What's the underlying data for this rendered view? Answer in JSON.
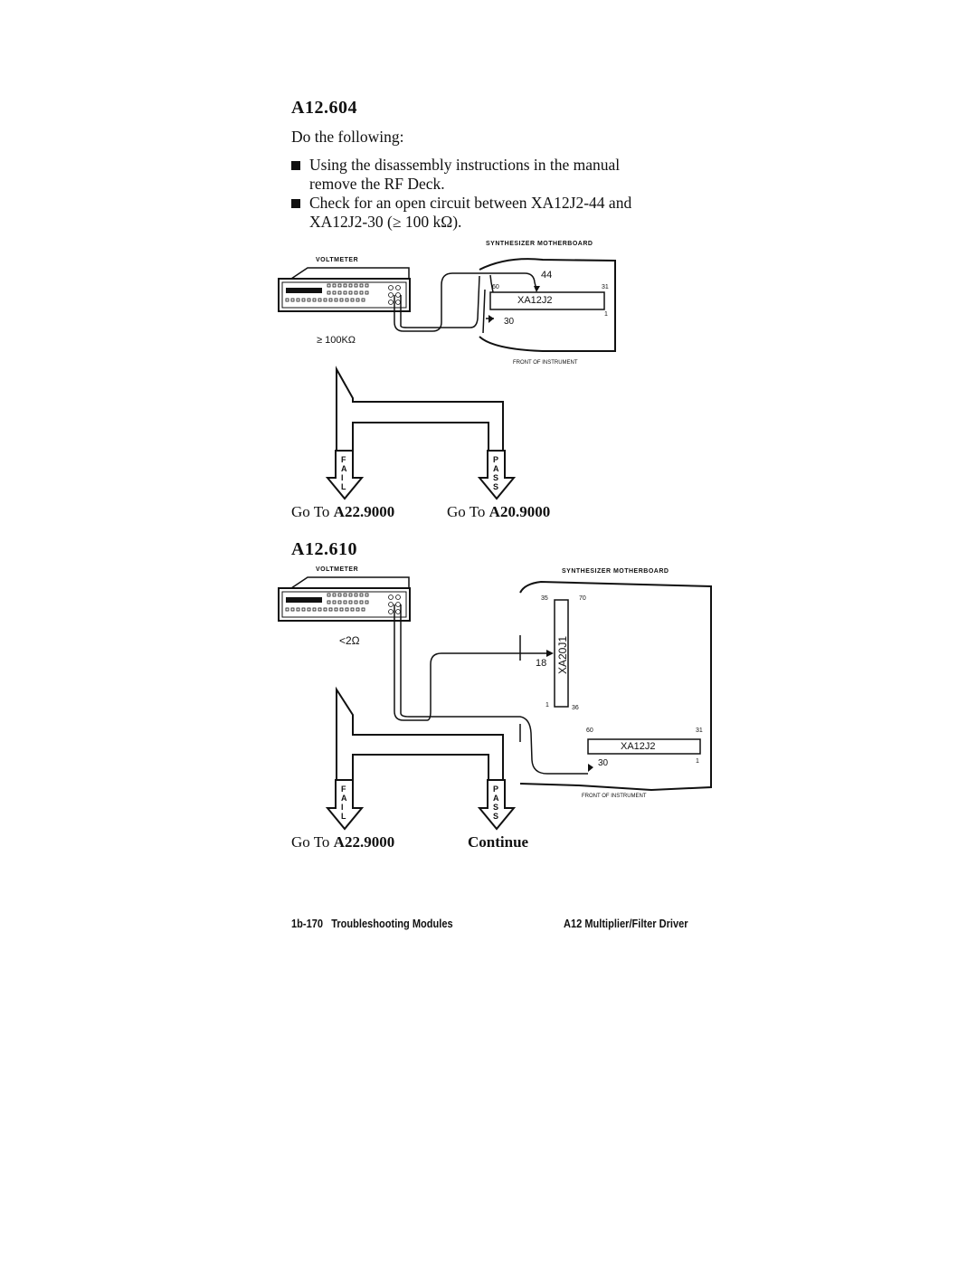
{
  "section1": {
    "heading": "A12.604",
    "intro": "Do the following:",
    "bullets": [
      {
        "line1": "Using the disassembly instructions in the manual",
        "line2": "remove the RF Deck."
      },
      {
        "line1": "Check for an open circuit between XA12J2-44 and",
        "line2": "XA12J2-30 (≥ 100 kΩ)."
      }
    ],
    "diagram": {
      "board_label": "SYNTHESIZER MOTHERBOARD",
      "meter_label": "VOLTMETER",
      "pin_top": "44",
      "pin_60": "60",
      "pin_31": "31",
      "pin_1": "1",
      "pin_30": "30",
      "connector": "XA12J2",
      "reading": "≥ 100KΩ",
      "front_label": "FRONT OF INSTRUMENT"
    },
    "fail_label": [
      "F",
      "A",
      "I",
      "L"
    ],
    "pass_label": [
      "P",
      "A",
      "S",
      "S"
    ],
    "goto_fail_prefix": "Go To",
    "goto_fail_target": "A22.9000",
    "goto_pass_prefix": "Go To",
    "goto_pass_target": "A20.9000"
  },
  "section2": {
    "heading": "A12.610",
    "diagram": {
      "meter_label": "VOLTMETER",
      "board_label": "SYNTHESIZER MOTHERBOARD",
      "reading": "<2Ω",
      "j1_connector": "XA20J1",
      "j1_pin_35": "35",
      "j1_pin_70": "70",
      "j1_pin_18": "18",
      "j1_pin_1": "1",
      "j1_pin_36": "36",
      "j2_connector": "XA12J2",
      "j2_pin_60": "60",
      "j2_pin_31": "31",
      "j2_pin_30": "30",
      "j2_pin_1": "1",
      "front_label": "FRONT OF INSTRUMENT"
    },
    "fail_label": [
      "F",
      "A",
      "I",
      "L"
    ],
    "pass_label": [
      "P",
      "A",
      "S",
      "S"
    ],
    "goto_fail_prefix": "Go To",
    "goto_fail_target": "A22.9000",
    "goto_pass_target": "Continue"
  },
  "footer": {
    "left": "1b-170   Troubleshooting Modules",
    "right": "A12 Multiplier/Filter Driver"
  }
}
